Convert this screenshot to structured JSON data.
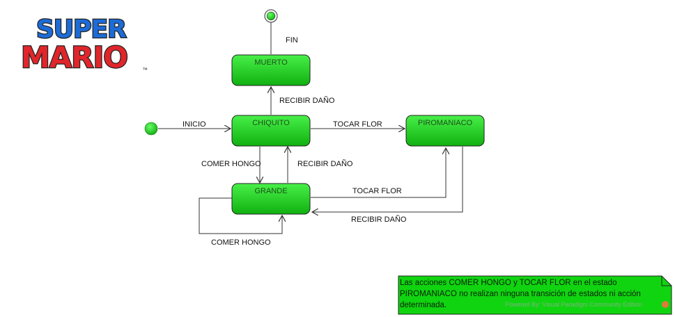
{
  "logo": {
    "line1": "SUPER",
    "line2": "MARIO",
    "tm": "™"
  },
  "states": {
    "muerto": "MUERTO",
    "chiquito": "CHIQUITO",
    "piromaniaco": "PIROMANIACO",
    "grande": "GRANDE"
  },
  "transitions": {
    "fin": "FIN",
    "inicio": "INICIO",
    "recibir_dano_chiquito_muerto": "RECIBIR DAÑO",
    "tocar_flor_chiquito": "TOCAR FLOR",
    "comer_hongo_chiquito": "COMER HONGO",
    "recibir_dano_grande": "RECIBIR DAÑO",
    "tocar_flor_grande": "TOCAR FLOR",
    "recibir_dano_piromaniaco": "RECIBIR DAÑO",
    "comer_hongo_self": "COMER HONGO"
  },
  "note": {
    "text": "Las acciones COMER HONGO y TOCAR FLOR en el estado PIROMANIACO no realizan ninguna transición de estados ni acción determinada."
  },
  "watermark": "Powered By: Visual Paradigm Community Edition",
  "colors": {
    "state_top": "#44ee44",
    "state_bottom": "#0fb30f",
    "note_fill": "#0fd80f",
    "edge": "#333333"
  }
}
